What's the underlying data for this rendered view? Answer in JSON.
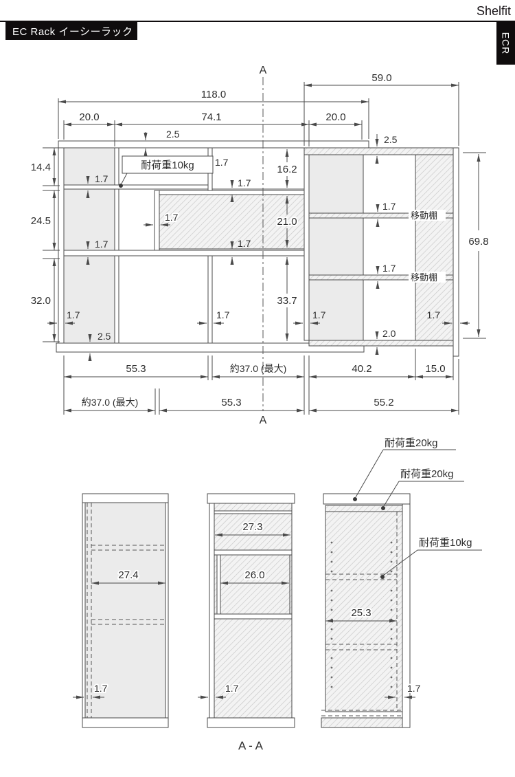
{
  "header": {
    "brand": "Shelfit",
    "title": "EC Rack イーシーラック",
    "tab": "ECR"
  },
  "colors": {
    "line": "#4a4a4a",
    "panel": "#ebebeb",
    "hatch_line": "#c6c6c6",
    "header_bg": "#0f0c0d"
  },
  "front": {
    "mark_top": "A",
    "mark_bottom": "A",
    "w_total": "118.0",
    "d_total": "59.0",
    "w_left": "20.0",
    "w_mid": "74.1",
    "w_right": "20.0",
    "t_top": "2.5",
    "t_top_side": "2.5",
    "h1": "14.4",
    "h2": "24.5",
    "h3": "32.0",
    "m1": "16.2",
    "m2": "21.0",
    "m3": "33.7",
    "side_h": "69.8",
    "load": "耐荷重10kg",
    "t_shelf_l1": "1.7",
    "t_div1": "1.7",
    "t_shelf_m1": "1.7",
    "t_div2": "1.7",
    "t_shelf_l2": "1.7",
    "t_shelf_m2": "1.7",
    "t_wall": "1.7",
    "t_div3": "1.7",
    "t_swall_l": "1.7",
    "t_swall_r": "1.7",
    "t_sshelf1": "1.7",
    "t_sshelf2": "1.7",
    "t_base": "2.5",
    "t_sbase": "2.0",
    "mov1": "移動棚",
    "mov2": "移動棚",
    "row1": [
      "55.3",
      "約37.0 (最大)",
      "40.2",
      "15.0"
    ],
    "row2": [
      "約37.0 (最大)",
      "55.3",
      "55.2"
    ]
  },
  "sections": {
    "v1_w": "27.4",
    "v1_t": "1.7",
    "v2_w1": "27.3",
    "v2_w2": "26.0",
    "v2_t": "1.7",
    "v2_label": "A - A",
    "v3_w": "25.3",
    "v3_t": "1.7",
    "c1": "耐荷重20kg",
    "c2": "耐荷重20kg",
    "c3": "耐荷重10kg"
  }
}
